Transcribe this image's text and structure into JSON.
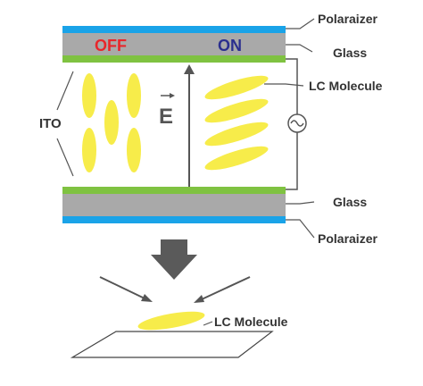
{
  "labels": {
    "polarizer_top": "Polaraizer",
    "glass_top": "Glass",
    "off": "OFF",
    "on": "ON",
    "lc_molecule_top": "LC Molecule",
    "ito": "ITO",
    "field": "E",
    "glass_bottom": "Glass",
    "polarizer_bottom": "Polaraizer",
    "lc_molecule_bottom": "LC Molecule"
  },
  "colors": {
    "polarizer": "#1aa3e8",
    "glass": "#a9a9a9",
    "ito_film": "#7fc241",
    "lc_molecule": "#f7ec4a",
    "off_text": "#e8262b",
    "on_text": "#2b2f8e",
    "arrow_gray": "#555555",
    "line_gray": "#555555"
  },
  "icons": {
    "ac_source": "ac-source-icon",
    "down_arrow": "down-arrow-icon"
  }
}
